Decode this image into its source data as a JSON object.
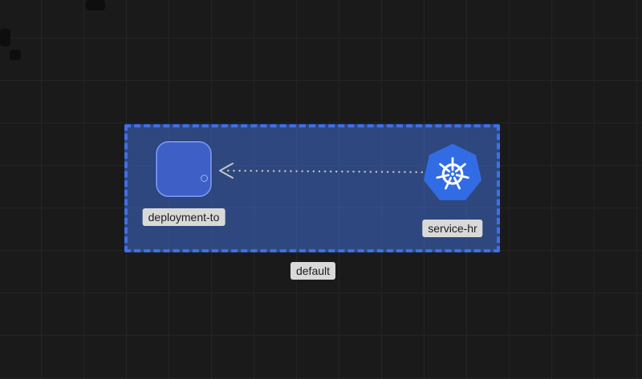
{
  "canvas": {
    "background_color": "#1a1a1a",
    "grid_line_color": "#242424"
  },
  "namespace_group": {
    "label": "default",
    "selected": true,
    "fill_color": "rgba(62,105,200,0.58)",
    "border_color": "#3f6fe8"
  },
  "nodes": {
    "deployment": {
      "label": "deployment-to",
      "shape": "rounded-square",
      "fill_color": "#3d5fc6",
      "border_color": "#6f8fe8"
    },
    "service": {
      "label": "service-hr",
      "shape": "kubernetes-heptagon",
      "fill_color": "#326ce5",
      "icon": "kubernetes-helm-icon",
      "icon_color": "#ffffff"
    }
  },
  "edge": {
    "source": "service-hr",
    "target": "deployment-to",
    "style": "dotted",
    "arrow": "open-arrowhead-at-target",
    "color": "#c4c4c4"
  },
  "labels": {
    "background_color": "#d9d9d9",
    "text_color": "#1c1c1c"
  }
}
